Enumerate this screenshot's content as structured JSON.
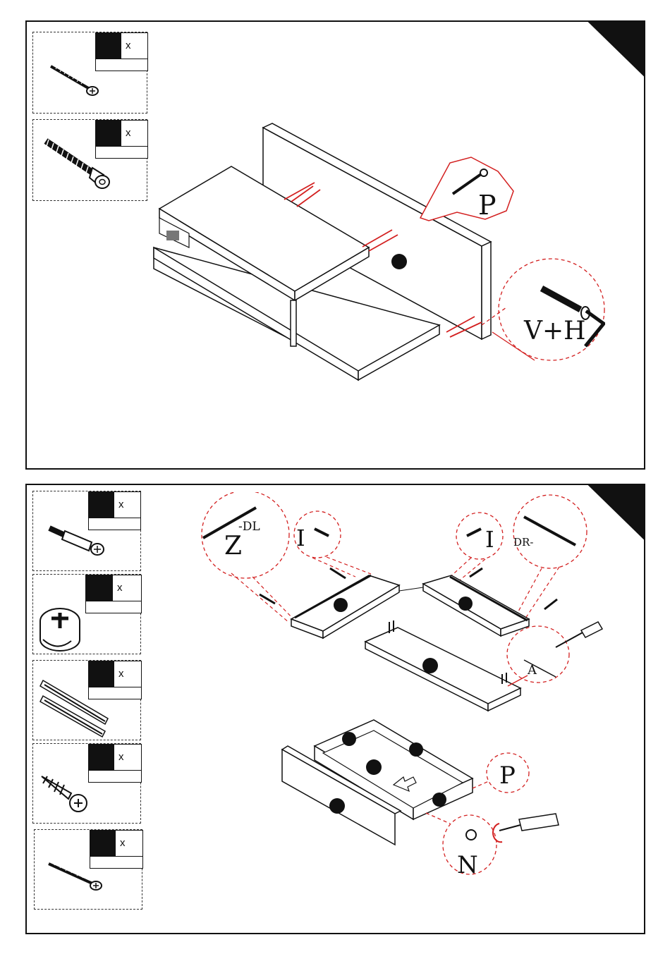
{
  "step1": {
    "parts": [
      {
        "icon": "short-screw-icon",
        "qty_symbol": "x"
      },
      {
        "icon": "long-screw-icon",
        "qty_symbol": "x"
      }
    ],
    "callouts": {
      "p": "P",
      "vh": "V+H"
    }
  },
  "step2": {
    "parts": [
      {
        "icon": "cam-bolt-icon",
        "qty_symbol": "x"
      },
      {
        "icon": "cam-lock-icon",
        "qty_symbol": "x"
      },
      {
        "icon": "drawer-runner-icon",
        "qty_symbol": "x"
      },
      {
        "icon": "coarse-screw-icon",
        "qty_symbol": "x"
      },
      {
        "icon": "long-screw-icon",
        "qty_symbol": "x"
      }
    ],
    "callouts": {
      "z": "Z",
      "dl": "-DL",
      "i_left": "I",
      "i_right": "I",
      "dr": "DR-",
      "a": "A",
      "p": "P",
      "n": "N"
    }
  }
}
